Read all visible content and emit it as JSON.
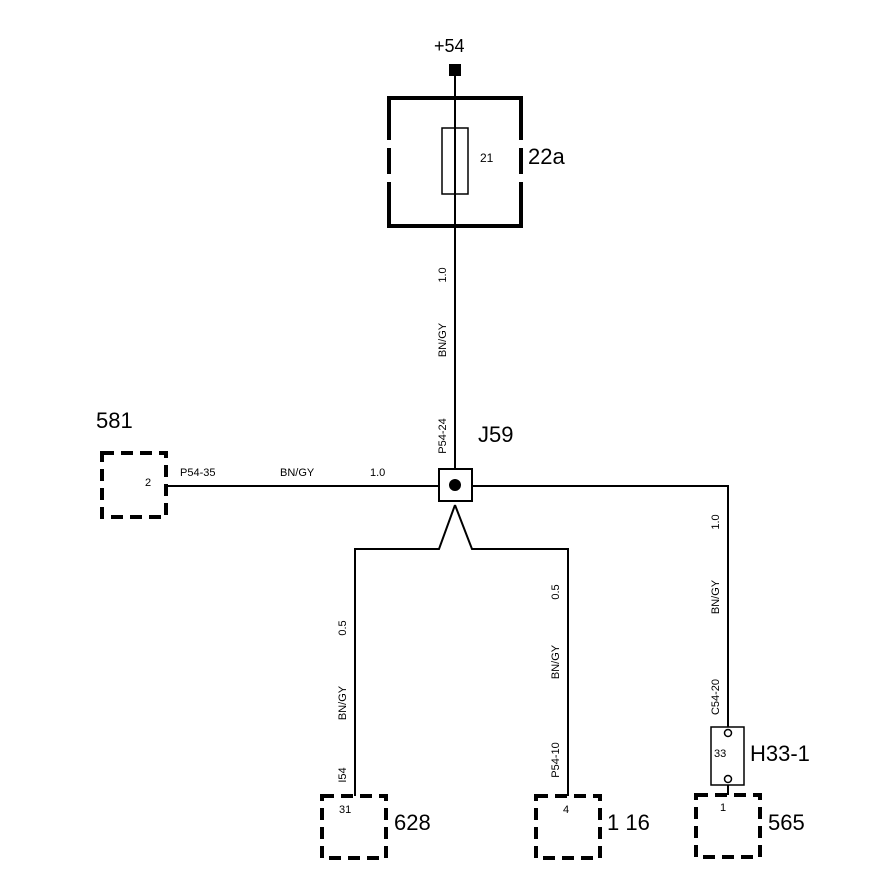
{
  "supply": {
    "label": "+54"
  },
  "fuse_box": {
    "ref": "22a",
    "fuse_number": "21"
  },
  "splice": {
    "ref": "J59",
    "pin": "P54-24"
  },
  "feed_wire": {
    "size": "1.0",
    "color": "BN/GY"
  },
  "left_branch": {
    "connector_ref": "581",
    "pin_number": "2",
    "pin_label": "P54-35",
    "wire_color": "BN/GY",
    "wire_size": "1.0"
  },
  "branch_628": {
    "connector_ref": "628",
    "pin_number": "31",
    "pin_label": "I54",
    "wire_size": "0.5",
    "wire_color": "BN/GY"
  },
  "branch_116": {
    "connector_ref": "1 16",
    "pin_number": "4",
    "pin_label": "P54-10",
    "wire_size": "0.5",
    "wire_color": "BN/GY"
  },
  "branch_565": {
    "connector_ref": "565",
    "pin_number": "1",
    "pin_label": "C54-20",
    "inline_connector_ref": "H33-1",
    "inline_pin": "33",
    "wire_size": "1.0",
    "wire_color": "BN/GY"
  },
  "colors": {
    "line": "#000000",
    "background": "#ffffff"
  }
}
